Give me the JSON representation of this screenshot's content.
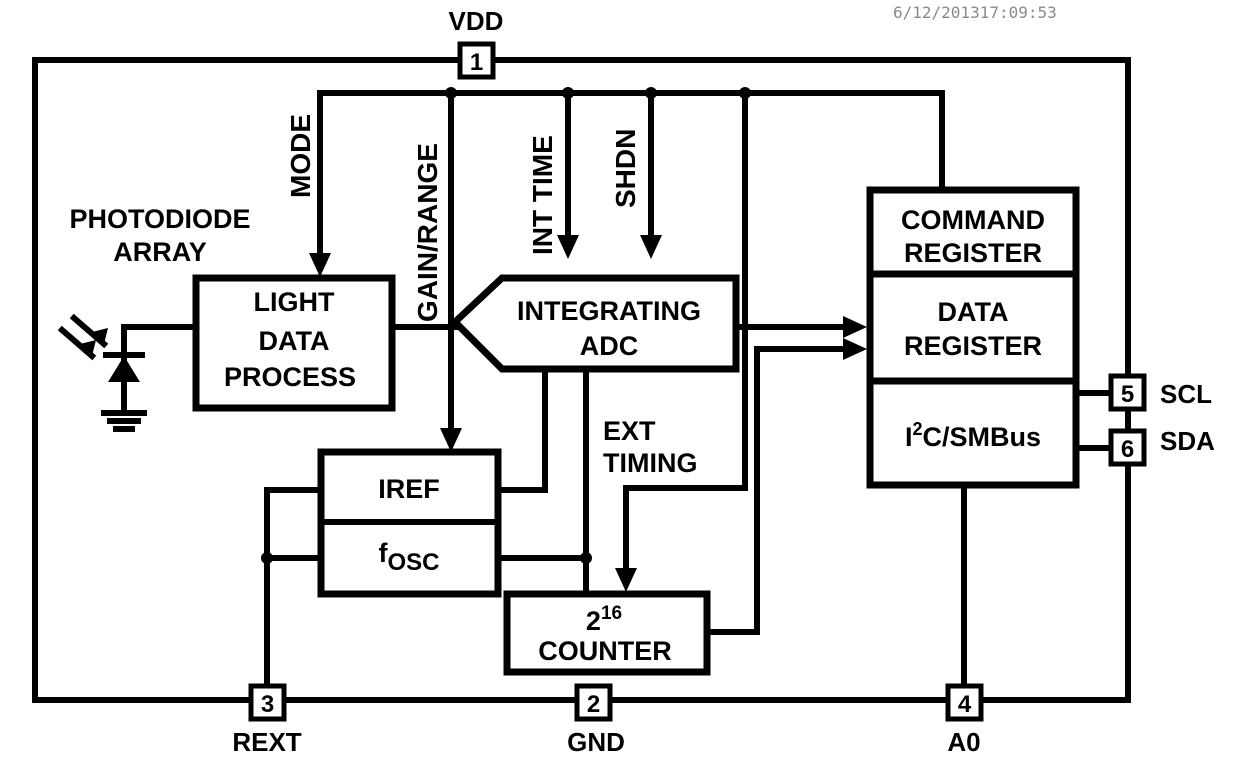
{
  "timestamp": "6/12/201317:09:53",
  "colors": {
    "ink": "#000000",
    "background": "#ffffff",
    "timestamp": "#8a8a8a"
  },
  "pins": [
    {
      "number": "1",
      "name": "VDD"
    },
    {
      "number": "2",
      "name": "GND"
    },
    {
      "number": "3",
      "name": "REXT"
    },
    {
      "number": "4",
      "name": "A0"
    },
    {
      "number": "5",
      "name": "SCL"
    },
    {
      "number": "6",
      "name": "SDA"
    }
  ],
  "signals": {
    "mode": "MODE",
    "gain_range": "GAIN/RANGE",
    "int_time": "INT TIME",
    "shdn": "SHDN",
    "ext_timing_line1": "EXT",
    "ext_timing_line2": "TIMING"
  },
  "photodiode": {
    "line1": "PHOTODIODE",
    "line2": "ARRAY",
    "icon": "photodiode-icon"
  },
  "blocks": {
    "light_data_process": {
      "line1": "LIGHT",
      "line2": "DATA",
      "line3": "PROCESS"
    },
    "integrating_adc": {
      "line1": "INTEGRATING",
      "line2": "ADC"
    },
    "command_register": {
      "line1": "COMMAND",
      "line2": "REGISTER"
    },
    "data_register": {
      "line1": "DATA",
      "line2": "REGISTER"
    },
    "i2c_smbus": {
      "prefix": "I",
      "superscript": "2",
      "suffix": "C/SMBus"
    },
    "iref": {
      "label": "IREF"
    },
    "fosc": {
      "base": "f",
      "subscript": "OSC"
    },
    "counter": {
      "base": "2",
      "superscript": "16",
      "label": "COUNTER"
    }
  }
}
